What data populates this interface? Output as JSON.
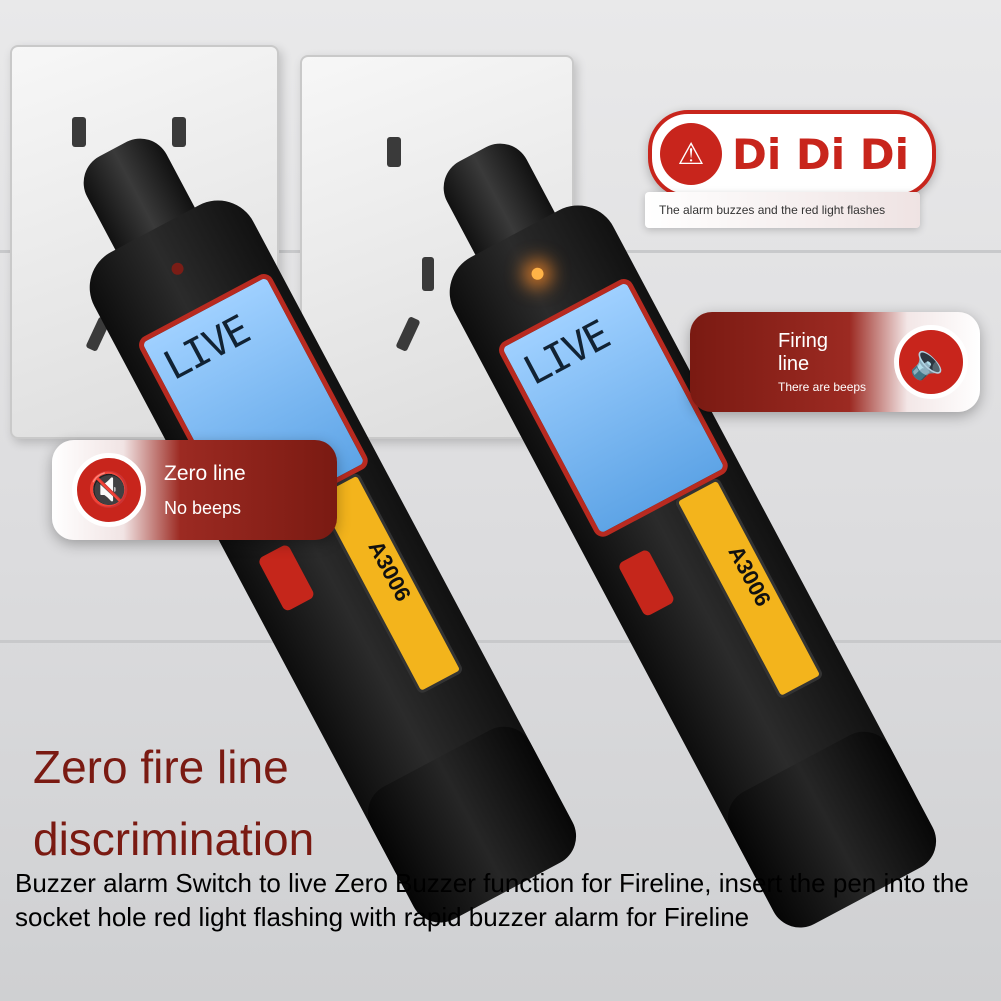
{
  "alarm_callout": {
    "sound": "Di Di Di",
    "caption": "The alarm buzzes and the red light flashes",
    "icon": "alarm-light-icon"
  },
  "firing_callout": {
    "line1": "Firing",
    "line2": "line",
    "note": "There are beeps",
    "icon": "speaker-icon"
  },
  "zero_callout": {
    "line1": "Zero line",
    "note": "No beeps",
    "icon": "muted-speaker-icon"
  },
  "pens": [
    {
      "model": "A3006",
      "lcd": "LIVE"
    },
    {
      "model": "A3006",
      "lcd": "LIVE"
    }
  ],
  "headline": {
    "line1": "Zero fire line",
    "line2": "discrimination"
  },
  "description": "Buzzer alarm Switch to live Zero Buzzer function for Fireline, insert the pen into the socket hole red light flashing with rapid buzzer alarm for Fireline",
  "colors": {
    "accent_red": "#c8251c",
    "headline": "#7a1a12",
    "label_yellow": "#f3b41c"
  }
}
